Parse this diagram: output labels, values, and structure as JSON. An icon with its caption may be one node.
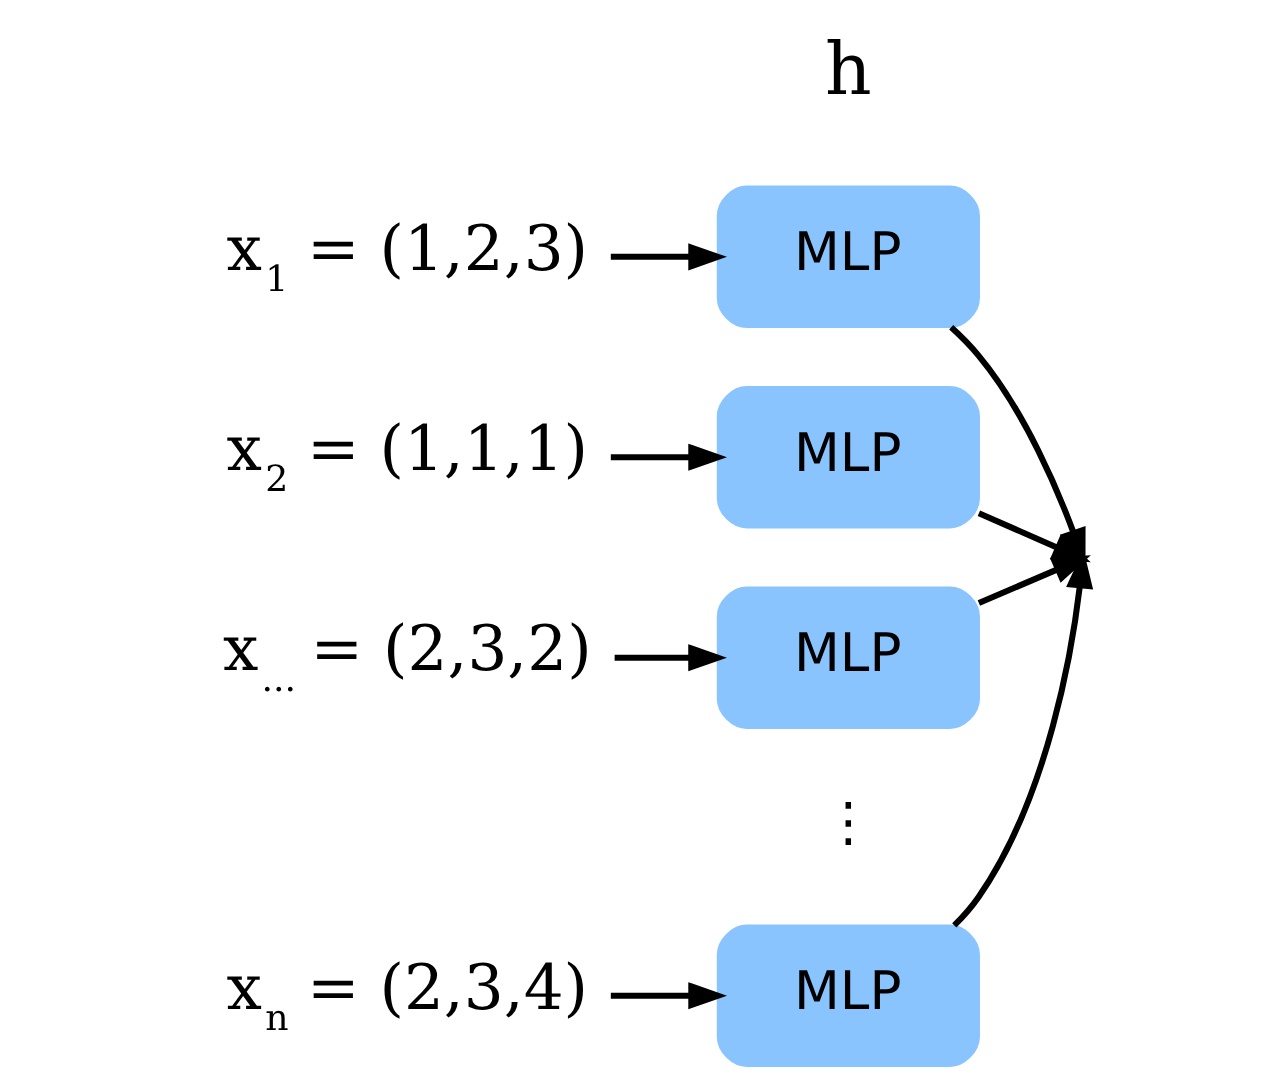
{
  "diagram": {
    "nodes": [
      {
        "text": [
          "x$_{1}$ = (1,2,3)"
        ]
      },
      {
        "text": [
          "x$_{2}$ = (1,1,1)"
        ]
      },
      {
        "text": [
          "x$_{...}$ = (2,3,2)"
        ]
      },
      {
        "text": [
          "x$_{n}$ = (2,3,4)"
        ]
      },
      {
        "text": [
          "MLP"
        ]
      },
      {
        "text": [
          "MLP"
        ]
      },
      {
        "text": [
          "MLP"
        ]
      },
      {
        "text": [
          "MLP"
        ]
      }
    ],
    "edges": [
      {
        "from": 0,
        "to": 4,
        "arrow": "to"
      },
      {
        "from": 1,
        "to": 5,
        "arrow": "to"
      },
      {
        "from": 2,
        "to": 6,
        "arrow": "to"
      },
      {
        "from": 3,
        "to": 7,
        "arrow": "to"
      },
      {
        "from": 4,
        "to": null,
        "arrow": "to"
      },
      {
        "from": 5,
        "to": null,
        "arrow": "to"
      },
      {
        "from": 6,
        "to": null,
        "arrow": "to"
      },
      {
        "from": 7,
        "to": null,
        "arrow": "to"
      }
    ],
    "labels": [
      "h",
      "⋮"
    ]
  }
}
